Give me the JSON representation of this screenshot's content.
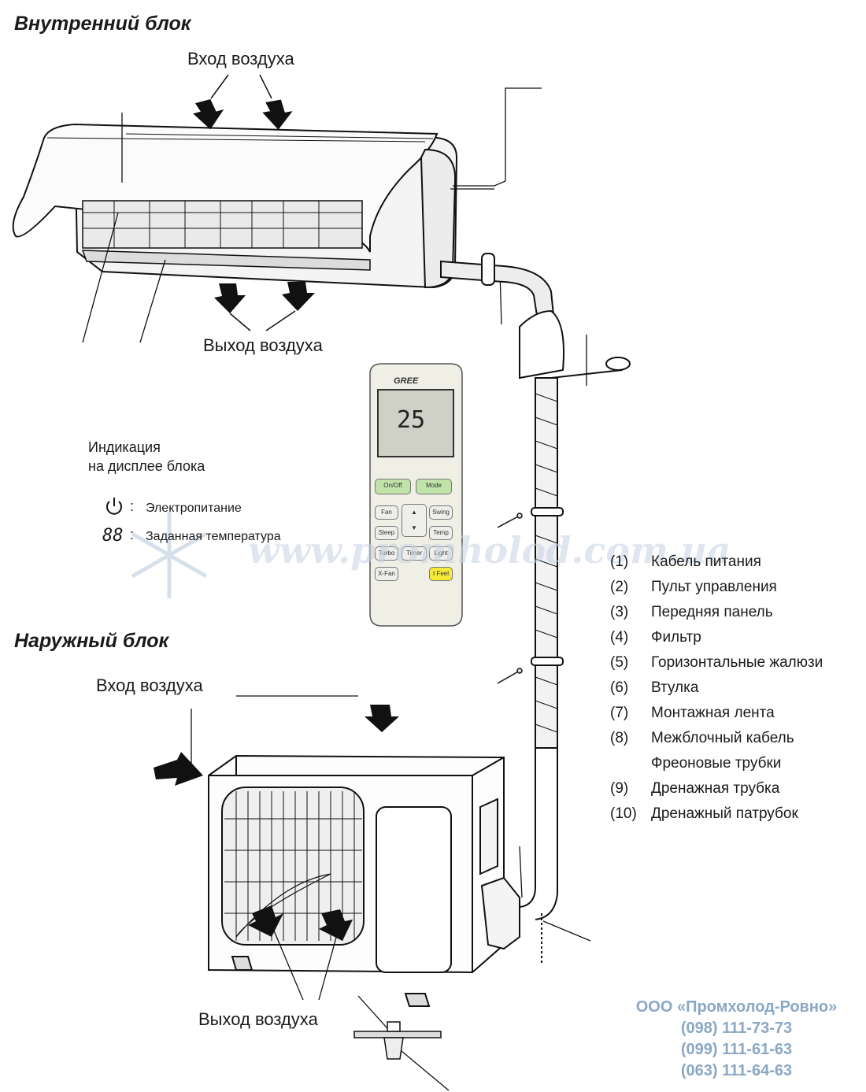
{
  "indoor": {
    "title": "Внутренний блок",
    "air_in": "Вход воздуха",
    "air_out": "Выход воздуха"
  },
  "display": {
    "title_line1": "Индикация",
    "title_line2": "на дисплее блока",
    "power_text": "Электропитание",
    "temp_symbol": "88",
    "temp_text": "Заданная температура",
    "colon": ":"
  },
  "remote": {
    "brand": "GREE",
    "temp_value": "25",
    "buttons": [
      "On/Off",
      "Mode",
      "Fan",
      "Swing",
      "Sleep",
      "Temp",
      "Turbo",
      "Timer",
      "Light",
      "X-Fan",
      "I Feel"
    ]
  },
  "watermark": "www.promholod.com.ua",
  "outdoor": {
    "title": "Наружный блок",
    "air_in": "Вход воздуха",
    "air_out": "Выход воздуха"
  },
  "legend": [
    {
      "num": "(1)",
      "text": "Кабель питания"
    },
    {
      "num": "(2)",
      "text": "Пульт управления"
    },
    {
      "num": "(3)",
      "text": "Передняя панель"
    },
    {
      "num": "(4)",
      "text": "Фильтр"
    },
    {
      "num": "(5)",
      "text": "Горизонтальные жалюзи"
    },
    {
      "num": "(6)",
      "text": "Втулка"
    },
    {
      "num": "(7)",
      "text": "Монтажная лента"
    },
    {
      "num": "(8)",
      "text": "Межблочный кабель"
    },
    {
      "num": "",
      "text": "Фреоновые трубки"
    },
    {
      "num": "(9)",
      "text": "Дренажная трубка"
    },
    {
      "num": "(10)",
      "text": "Дренажный патрубок"
    }
  ],
  "contacts": {
    "company": "ООО «Промхолод-Ровно»",
    "phones": [
      "(098) 111-73-73",
      "(099) 111-61-63",
      "(063) 111-64-63"
    ]
  },
  "colors": {
    "line": "#1a1a1a",
    "contact_text": "#8aa8c4",
    "watermark": "#c5d3e2",
    "remote_green": "#bfe3a8",
    "remote_yellow": "#f3ea3a"
  }
}
